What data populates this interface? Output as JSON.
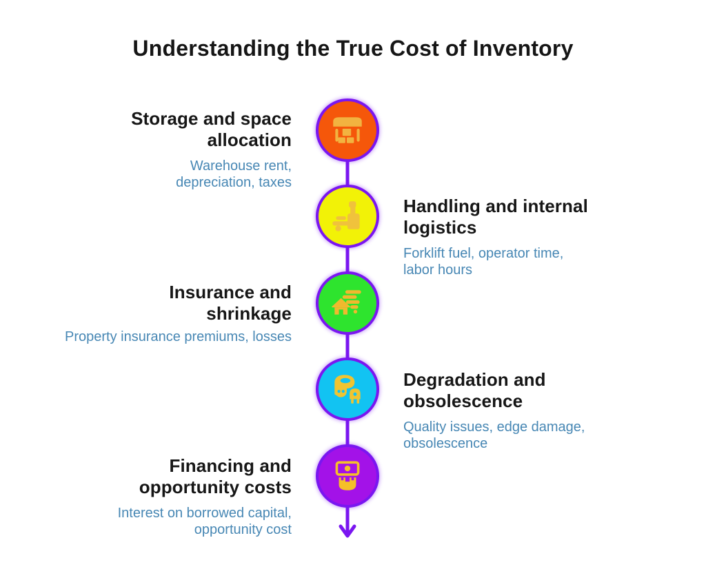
{
  "title": "Understanding the True Cost of Inventory",
  "colors": {
    "background": "#FFFFFF",
    "connector": "#7A16F0",
    "heading_text": "#161616",
    "subtitle_text": "#4787B4"
  },
  "items": [
    {
      "side": "left",
      "heading": "Storage and space allocation",
      "subtitle": "Warehouse rent, depreciation, taxes",
      "icon": "warehouse-icon",
      "circle_color": "#F5570A",
      "icon_color": "#F2B340"
    },
    {
      "side": "right",
      "heading": "Handling and internal logistics",
      "subtitle": "Forklift fuel, operator time, labor hours",
      "icon": "forklift-icon",
      "circle_color": "#F2F207",
      "icon_color": "#F0C23C"
    },
    {
      "side": "left",
      "heading": "Insurance and shrinkage",
      "subtitle": "Property insurance premiums, losses",
      "icon": "house-shrink-icon",
      "circle_color": "#2EE42E",
      "icon_color": "#F0B92E"
    },
    {
      "side": "right",
      "heading": "Degradation and obsolescence",
      "subtitle": "Quality issues, edge damage, obsolescence",
      "icon": "roll-damage-icon",
      "circle_color": "#12C3F2",
      "icon_color": "#F0C431"
    },
    {
      "side": "left",
      "heading": "Financing and opportunity costs",
      "subtitle": "Interest on borrowed capital, opportunity cost",
      "icon": "money-magnet-icon",
      "circle_color": "#A312E8",
      "icon_color": "#F5C029"
    }
  ]
}
